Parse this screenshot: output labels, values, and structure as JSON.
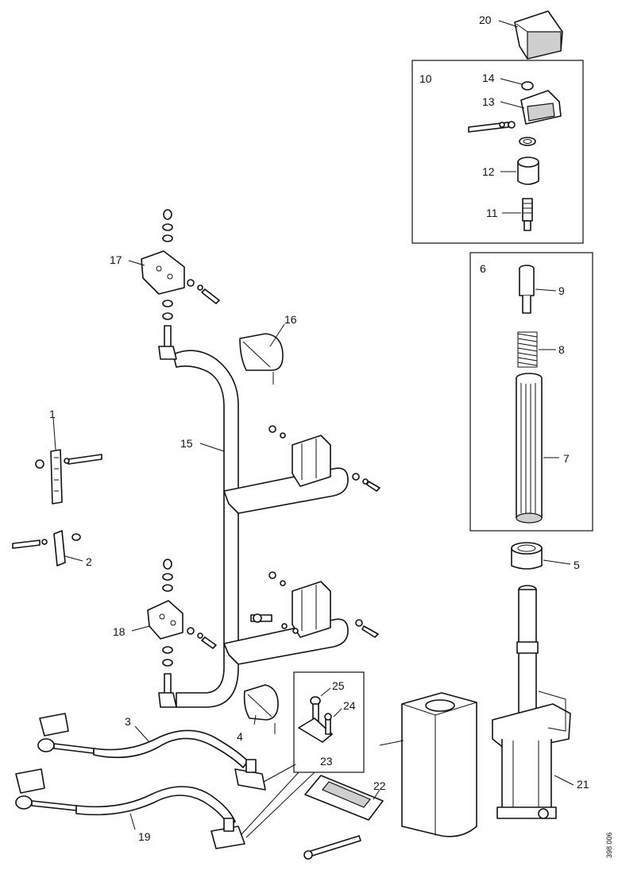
{
  "callouts": {
    "c1": "1",
    "c2": "2",
    "c3": "3",
    "c4": "4",
    "c5": "5",
    "c6": "6",
    "c7": "7",
    "c8": "8",
    "c9": "9",
    "c10": "10",
    "c11": "11",
    "c12": "12",
    "c13": "13",
    "c14": "14",
    "c15": "15",
    "c16": "16",
    "c17": "17",
    "c18": "18",
    "c19": "19",
    "c20": "20",
    "c21": "21",
    "c22": "22",
    "c23": "23",
    "c24": "24",
    "c25": "25"
  },
  "drawing_code": "398 006"
}
